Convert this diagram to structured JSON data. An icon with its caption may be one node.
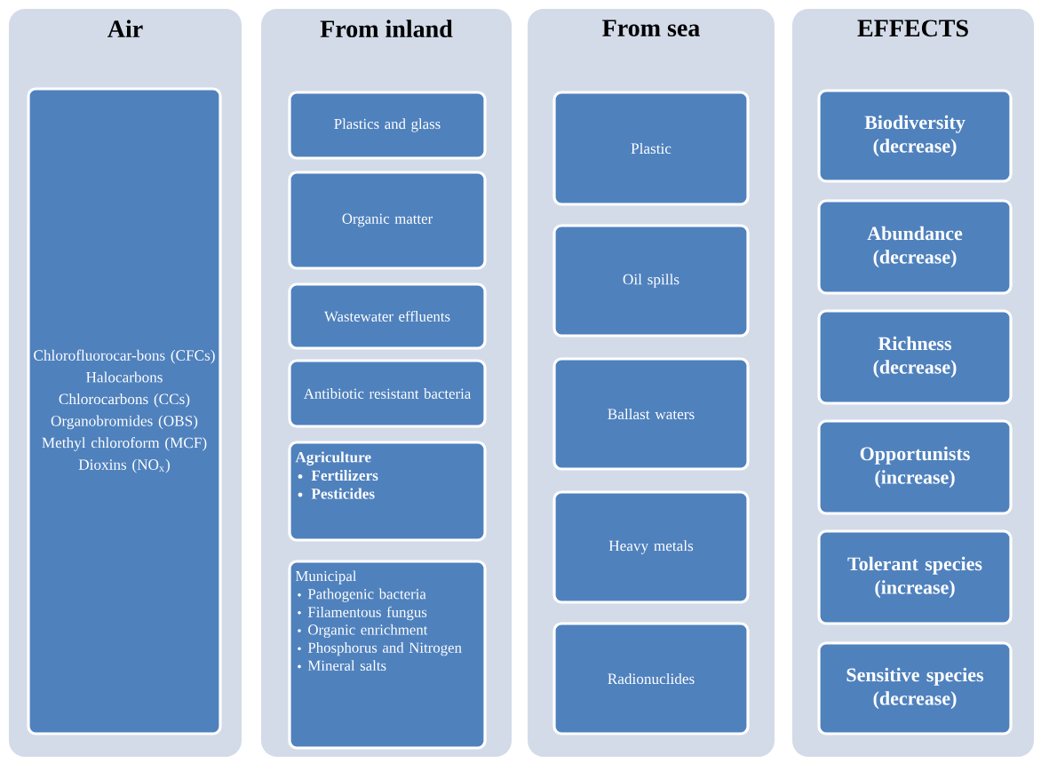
{
  "diagram": {
    "nodes": [
      {
        "text": [
          "Air"
        ]
      },
      {
        "text": [
          "Chlorofluorocar-bons (CFCs)",
          "Halocarbons",
          "Chlorocarbons (CCs)",
          "Organobromides (OBS)",
          "Methyl chloroform (MCF)",
          "Dioxins (NO$_{x}$)"
        ],
        "in": 0
      },
      {
        "text": [
          "From inland"
        ]
      },
      {
        "text": [
          "Plastics and glass"
        ],
        "in": 2
      },
      {
        "text": [
          "Organic matter"
        ],
        "in": 2
      },
      {
        "text": [
          "Wastewater effluents"
        ],
        "in": 2
      },
      {
        "text": [
          "Antibiotic resistant bacteria"
        ],
        "in": 2
      },
      {
        "text": [
          "Agriculture",
          "Fertilizers",
          "Pesticides"
        ],
        "in": 2
      },
      {
        "text": [
          "Municipal",
          "Pathogenic bacteria",
          "Filamentous fungus",
          "Organic enrichment",
          "Phosphorus and Nitrogen",
          "Mineral salts"
        ],
        "in": 2
      },
      {
        "text": [
          "From sea"
        ]
      },
      {
        "text": [
          "Plastic"
        ],
        "in": 9
      },
      {
        "text": [
          "Oil spills"
        ],
        "in": 9
      },
      {
        "text": [
          "Ballast waters"
        ],
        "in": 9
      },
      {
        "text": [
          "Heavy metals"
        ],
        "in": 9
      },
      {
        "text": [
          "Radionuclides"
        ],
        "in": 9
      },
      {
        "text": [
          "EFFECTS"
        ]
      },
      {
        "text": [
          "Biodiversity (decrease)"
        ],
        "in": 15
      },
      {
        "text": [
          "Abundance (decrease)"
        ],
        "in": 15
      },
      {
        "text": [
          "Richness (decrease)"
        ],
        "in": 15
      },
      {
        "text": [
          "Opportunists (increase)"
        ],
        "in": 15
      },
      {
        "text": [
          "Tolerant species (increase)"
        ],
        "in": 15
      },
      {
        "text": [
          "Sensitive species (decrease)"
        ],
        "in": 15
      }
    ]
  }
}
